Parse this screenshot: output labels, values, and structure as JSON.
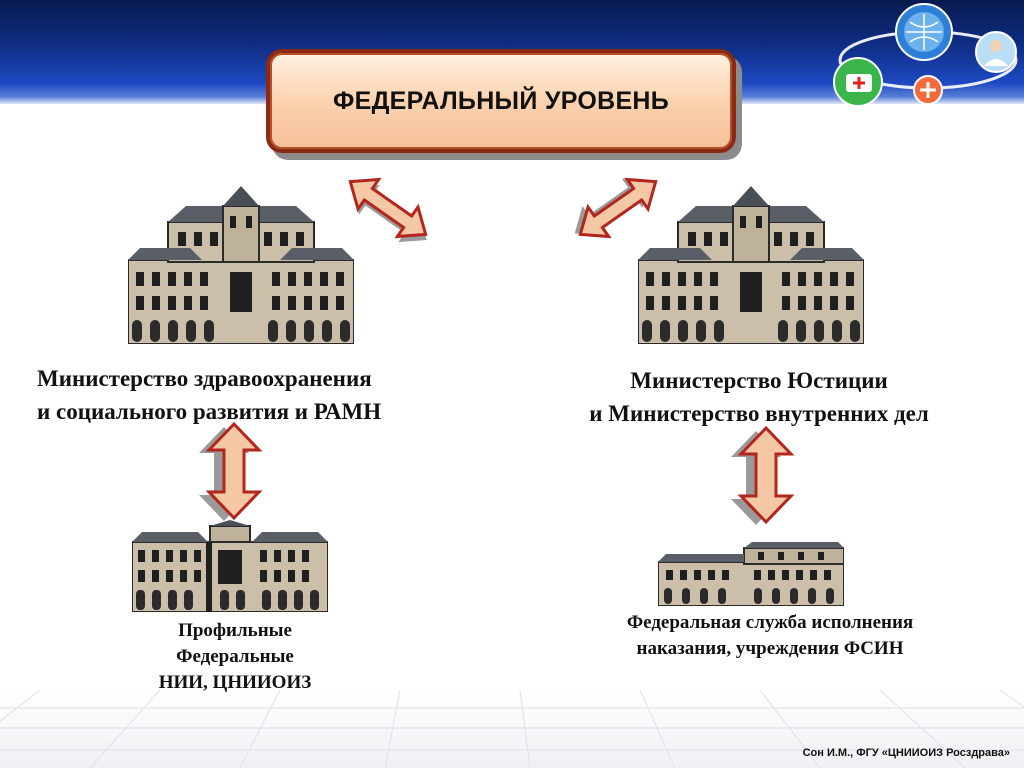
{
  "slide": {
    "title": "ФЕДЕРАЛЬНЫЙ УРОВЕНЬ",
    "ministry_left_line1": "Министерство здравоохранения",
    "ministry_left_line2": "и социального развития и РАМН",
    "ministry_right_line1": "Министерство Юстиции",
    "ministry_right_line2": "и Министерство внутренних дел",
    "institutions_left_line1": "Профильные",
    "institutions_left_line2": "Федеральные",
    "institutions_left_line3": "НИИ, ЦНИИОИЗ",
    "institutions_right_line1": "Федеральная служба исполнения",
    "institutions_right_line2": "наказания, учреждения ФСИН",
    "footer": "Сон И.М., ФГУ «ЦНИИОИЗ Росздрава»"
  },
  "colors": {
    "header_band": "#0f2e86",
    "title_border": "#8b2a12",
    "title_fill": "#fbd0ad",
    "arrow_fill": "#f5c8a5",
    "arrow_outline": "#b3261e"
  },
  "icons": [
    "medical-kit-icon",
    "globe-network-icon",
    "doctor-icon",
    "ambulance-icon"
  ]
}
